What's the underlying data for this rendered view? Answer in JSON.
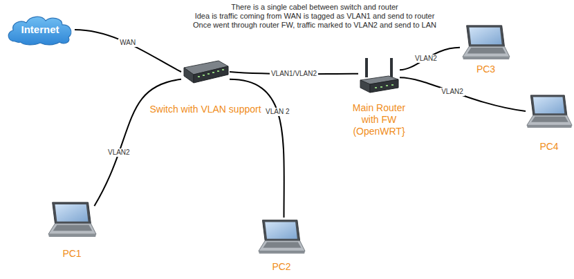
{
  "diagram": {
    "nodes": [
      {
        "text": [
          "Internet"
        ]
      },
      {
        "text": [
          "Switch with VLAN support"
        ]
      },
      {
        "text": [
          "Main Router with FW (OpenWRT}"
        ]
      },
      {
        "text": [
          "PC3"
        ]
      },
      {
        "text": [
          "PC4"
        ]
      },
      {
        "text": [
          "PC1"
        ]
      },
      {
        "text": [
          "PC2"
        ]
      }
    ],
    "edges": [
      {
        "from": 0,
        "to": 1,
        "label": "WAN",
        "arrow": "none"
      },
      {
        "from": 1,
        "to": 2,
        "label": "VLAN1/VLAN2",
        "arrow": "none"
      },
      {
        "from": 1,
        "to": 5,
        "label": "VLAN2",
        "arrow": "none"
      },
      {
        "from": 1,
        "to": 6,
        "label": "VLAN 2",
        "arrow": "none"
      },
      {
        "from": 2,
        "to": 3,
        "label": "VLAN2",
        "arrow": "none"
      },
      {
        "from": 2,
        "to": 4,
        "label": "VLAN2",
        "arrow": "none"
      }
    ],
    "labels": [
      "There is a single cabel between switch and router",
      "Idea is traffic coming from WAN is tagged as VLAN1 and send to router",
      "Once went through router FW, traffic marked to VLAN2 and send to LAN"
    ]
  }
}
